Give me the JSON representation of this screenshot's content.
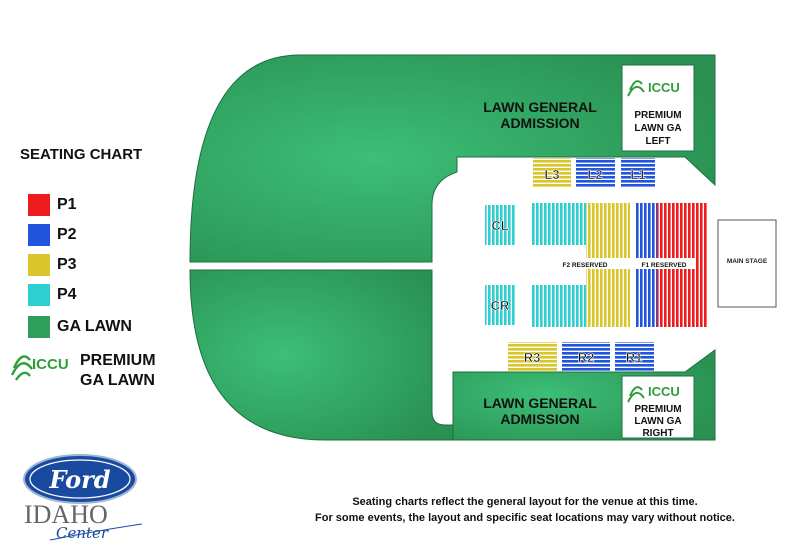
{
  "legend": {
    "title": "SEATING CHART",
    "items": [
      {
        "label": "P1",
        "color": "#ee1c1c"
      },
      {
        "label": "P2",
        "color": "#2255dd"
      },
      {
        "label": "P3",
        "color": "#d9c62a"
      },
      {
        "label": "P4",
        "color": "#2ecfd0"
      },
      {
        "label": "GA LAWN",
        "color": "#2e9e5a"
      }
    ],
    "premium_line1": "PREMIUM",
    "premium_line2": "GA LAWN",
    "premium_logo": "ICCU"
  },
  "map": {
    "lawn_top": [
      "LAWN GENERAL",
      "ADMISSION"
    ],
    "lawn_bottom": [
      "LAWN GENERAL",
      "ADMISSION"
    ],
    "premium_left": [
      "PREMIUM",
      "LAWN GA",
      "LEFT"
    ],
    "premium_right": [
      "PREMIUM",
      "LAWN GA",
      "RIGHT"
    ],
    "iccu": "ICCU",
    "sections": {
      "L3": "L3",
      "L2": "L2",
      "L1": "L1",
      "CL": "CL",
      "CR": "CR",
      "R3": "R3",
      "R2": "R2",
      "R1": "R1"
    },
    "f2": "F2 RESERVED",
    "f1": "F1 RESERVED",
    "stage": "MAIN STAGE"
  },
  "logo": {
    "brand": "Ford",
    "name": "IDAHO",
    "script": "Center"
  },
  "notice": [
    "Seating charts reflect the general layout for the venue at this time.",
    "For some events, the layout and specific seat locations may vary without notice."
  ]
}
